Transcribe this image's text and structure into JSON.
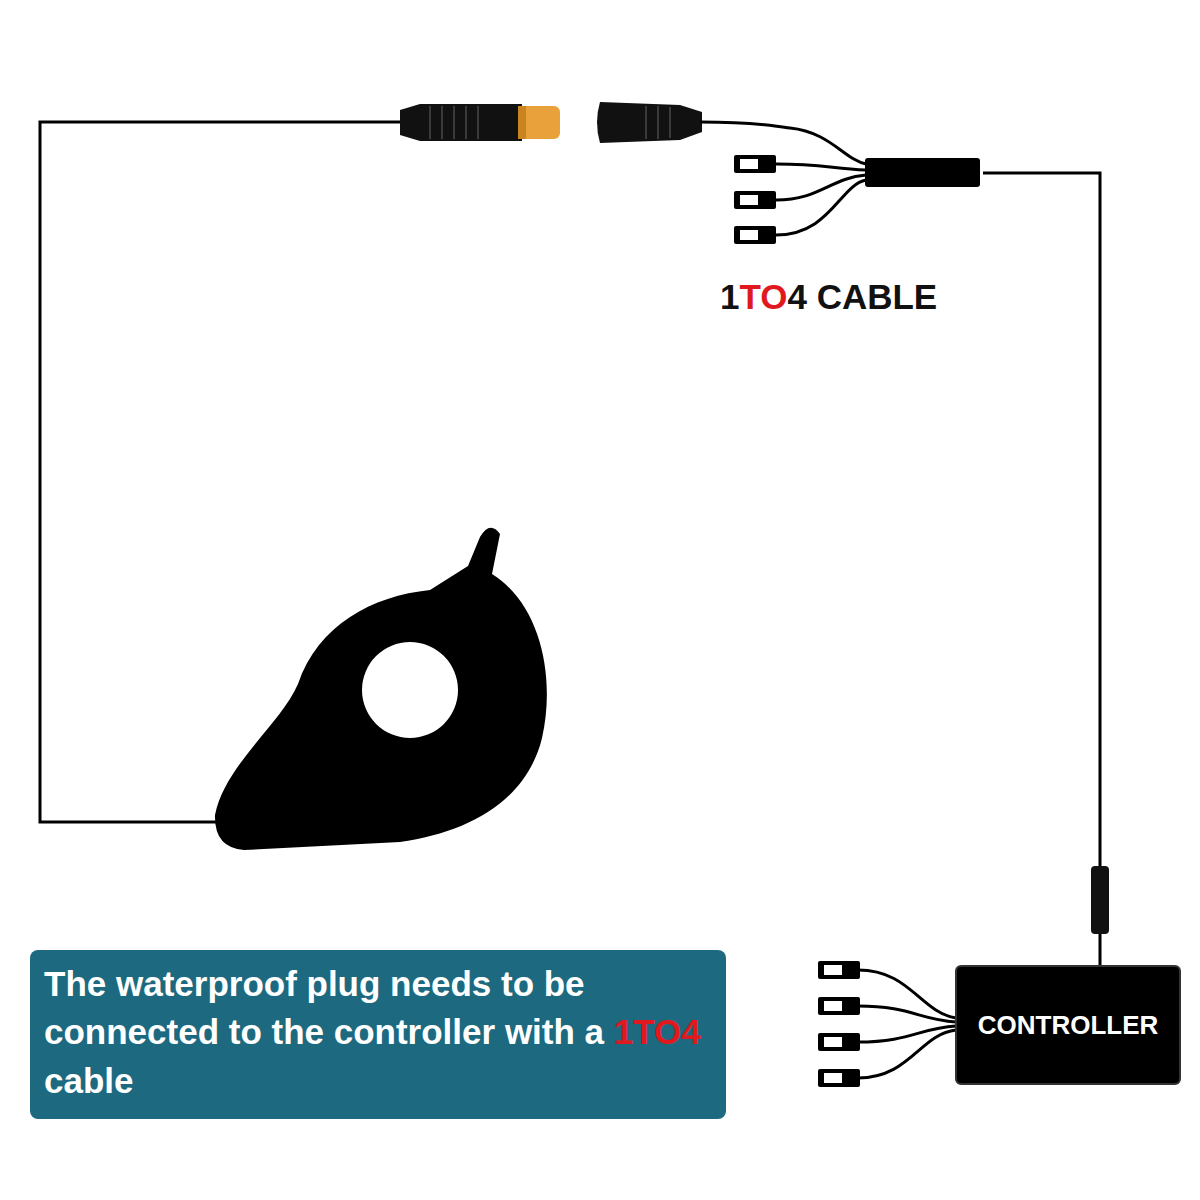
{
  "diagram": {
    "nodes": [
      {
        "text": [
          "1TO4 CABLE"
        ]
      },
      {
        "text": [
          "CONTROLLER"
        ]
      },
      {
        "text": [
          "The waterproof plug needs to be connected to the controller with a 1TO4 cable"
        ]
      }
    ],
    "edges": [
      {
        "from": 0,
        "to": 1,
        "arrow": "none"
      }
    ]
  }
}
